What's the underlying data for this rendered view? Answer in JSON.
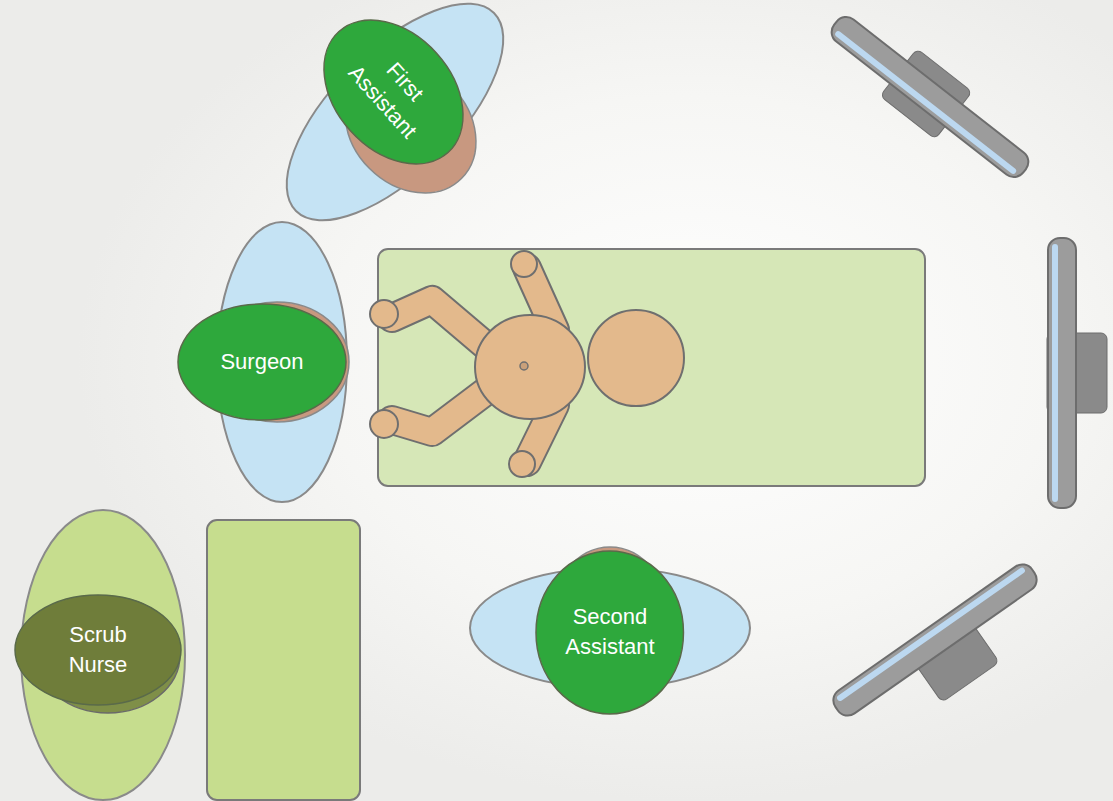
{
  "diagram": {
    "nodes": [
      {
        "text": [
          "First Assistant"
        ]
      },
      {
        "text": [
          "Surgeon"
        ]
      },
      {
        "text": [
          "Scrub Nurse"
        ]
      },
      {
        "text": [
          "Second Assistant"
        ]
      }
    ]
  }
}
